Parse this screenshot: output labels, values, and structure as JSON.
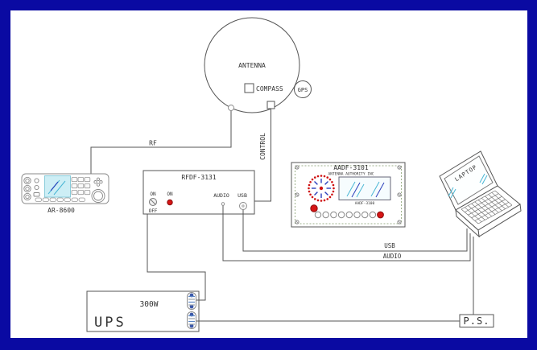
{
  "colors": {
    "frame": "#0a0aa2",
    "line": "#555555",
    "red": "#d61515",
    "cyan": "#49b6d4",
    "blue": "#2b3fbb",
    "screen_fill": "#cdeef5",
    "panel_dash": "#9cb089"
  },
  "antenna": {
    "label": "ANTENNA",
    "compass": "COMPASS",
    "gps": "GPS"
  },
  "receiver": {
    "model": "AR-8600"
  },
  "df_unit": {
    "model": "RFDF-3131",
    "switch_on": "ON",
    "switch_off": "OFF",
    "led": "ON",
    "audio_port": "AUDIO",
    "usb_port": "USB"
  },
  "display_unit": {
    "model": "AADF-3101",
    "maker": "ANTENNA AUTHORITY INC",
    "screen_label": "AADF-3100"
  },
  "laptop": {
    "label": "LAPTOP"
  },
  "ups": {
    "label": "UPS",
    "rating": "300W"
  },
  "power_supply": {
    "label": "P.S."
  },
  "cables": {
    "rf": "RF",
    "control": "CONTROL",
    "usb": "USB",
    "audio": "AUDIO"
  }
}
